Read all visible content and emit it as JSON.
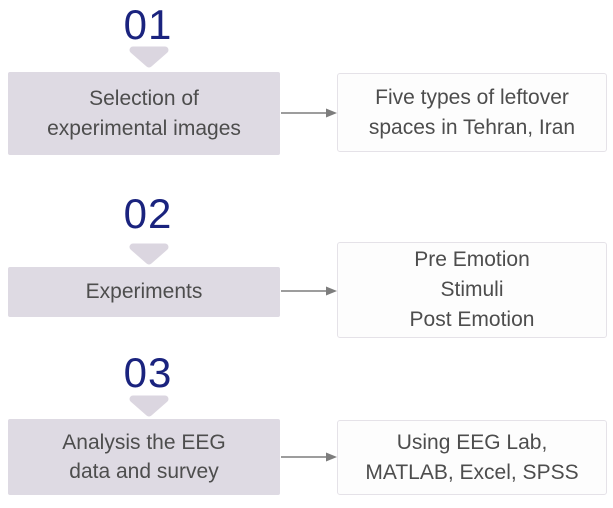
{
  "colors": {
    "number_color": "#1a237e",
    "step_box_bg": "#dedae3",
    "chevron_color": "#dbd6e0",
    "box_text_color": "#4d4d4d",
    "result_box_border": "#e5e2e8",
    "result_box_bg": "#fdfdfd",
    "arrow_color": "#7d7d7d",
    "page_bg": "#ffffff"
  },
  "diagram": {
    "type": "process-flow",
    "steps": [
      {
        "number": "01",
        "label": "Selection of\nexperimental images",
        "result": "Five types of leftover\nspaces in Tehran, Iran"
      },
      {
        "number": "02",
        "label": "Experiments",
        "result": "Pre Emotion\nStimuli\nPost Emotion"
      },
      {
        "number": "03",
        "label": "Analysis the EEG\ndata and survey",
        "result": "Using EEG Lab,\nMATLAB, Excel, SPSS"
      }
    ]
  }
}
